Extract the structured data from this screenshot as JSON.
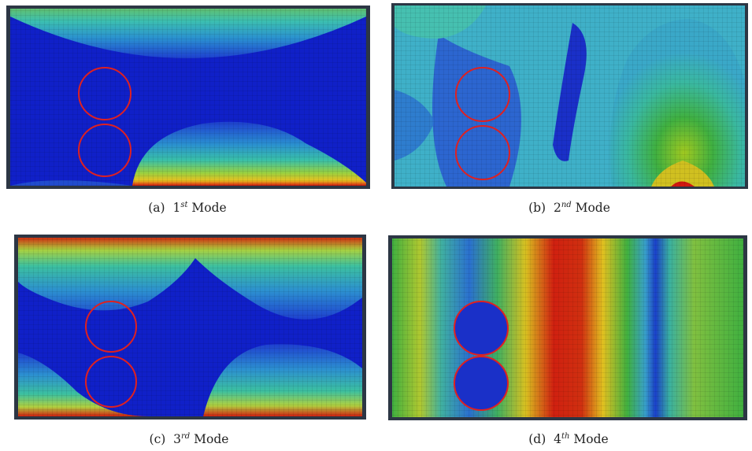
{
  "panels": [
    {
      "id": "a",
      "label": "(a)",
      "ordinal": "1",
      "suffix": "st",
      "word": "Mode"
    },
    {
      "id": "b",
      "label": "(b)",
      "ordinal": "2",
      "suffix": "nd",
      "word": "Mode"
    },
    {
      "id": "c",
      "label": "(c)",
      "ordinal": "3",
      "suffix": "rd",
      "word": "Mode"
    },
    {
      "id": "d",
      "label": "(d)",
      "ordinal": "4",
      "suffix": "th",
      "word": "Mode"
    }
  ],
  "colors": {
    "contour_blue": "#1020c8",
    "contour_cyan": "#3fb7c9",
    "contour_green": "#38b040",
    "contour_yellow": "#e0d020",
    "contour_red": "#d01810",
    "hole_outline": "#e02020",
    "frame": "#2c3644"
  }
}
